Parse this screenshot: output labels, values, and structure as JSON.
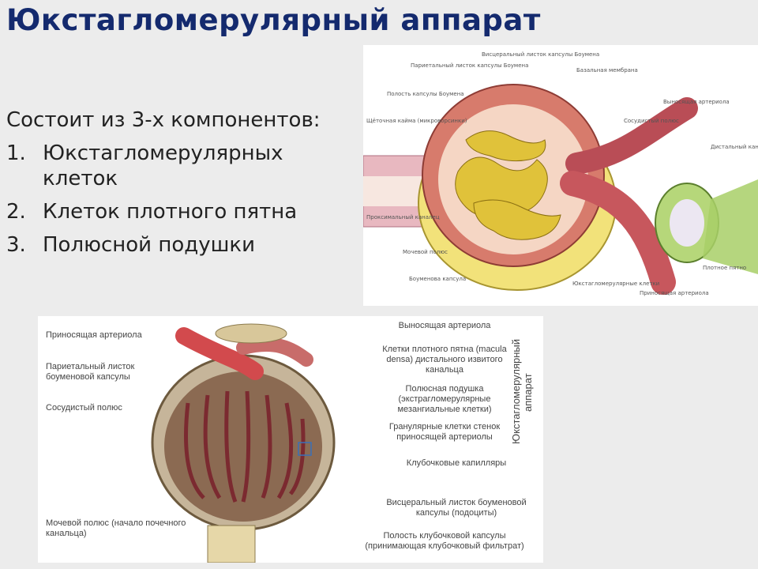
{
  "title": "Юкстагломерулярный аппарат",
  "intro": "Состоит из 3-х компонентов:",
  "items": [
    {
      "num": "1.",
      "text": "Юкстагломерулярных клеток"
    },
    {
      "num": "2.",
      "text": "Клеток плотного пятна"
    },
    {
      "num": "3.",
      "text": "Полюсной подушки"
    }
  ],
  "top_figure_labels": {
    "a": "Висцеральный листок капсулы Боумена",
    "b": "Париетальный листок капсулы Боумена",
    "c": "Полость капсулы Боумена",
    "d": "Щёточная кайма (микроворсинки)",
    "e": "Проксимальный каналец",
    "f": "Мочевой полюс",
    "g": "Боуменова капсула",
    "h": "Юкстагломерулярные клетки",
    "i": "Приносящая артериола",
    "j": "Плотное пятно",
    "k": "Дистальный каналец",
    "l": "Выносящая артериола",
    "m": "Сосудистый полюс",
    "n": "Базальная мембрана"
  },
  "bottom_figure": {
    "left_labels": [
      "Приносящая артериола",
      "Париетальный листок боуменовой капсулы",
      "Сосудистый полюс",
      "Мочевой полюс (начало почечного канальца)"
    ],
    "right_labels": [
      "Выносящая артериола",
      "Клетки плотного пятна (macula densa) дистального извитого канальца",
      "Полюсная подушка (экстрагломерулярные мезангиальные клетки)",
      "Гранулярные клетки стенок приносящей артериолы",
      "Клубочковые капилляры",
      "Висцеральный листок боуменовой капсулы (подоциты)",
      "Полость клубочковой капсулы (принимающая клубочковый фильтрат)"
    ],
    "vertical_label": "Юкстагломерулярный аппарат"
  }
}
